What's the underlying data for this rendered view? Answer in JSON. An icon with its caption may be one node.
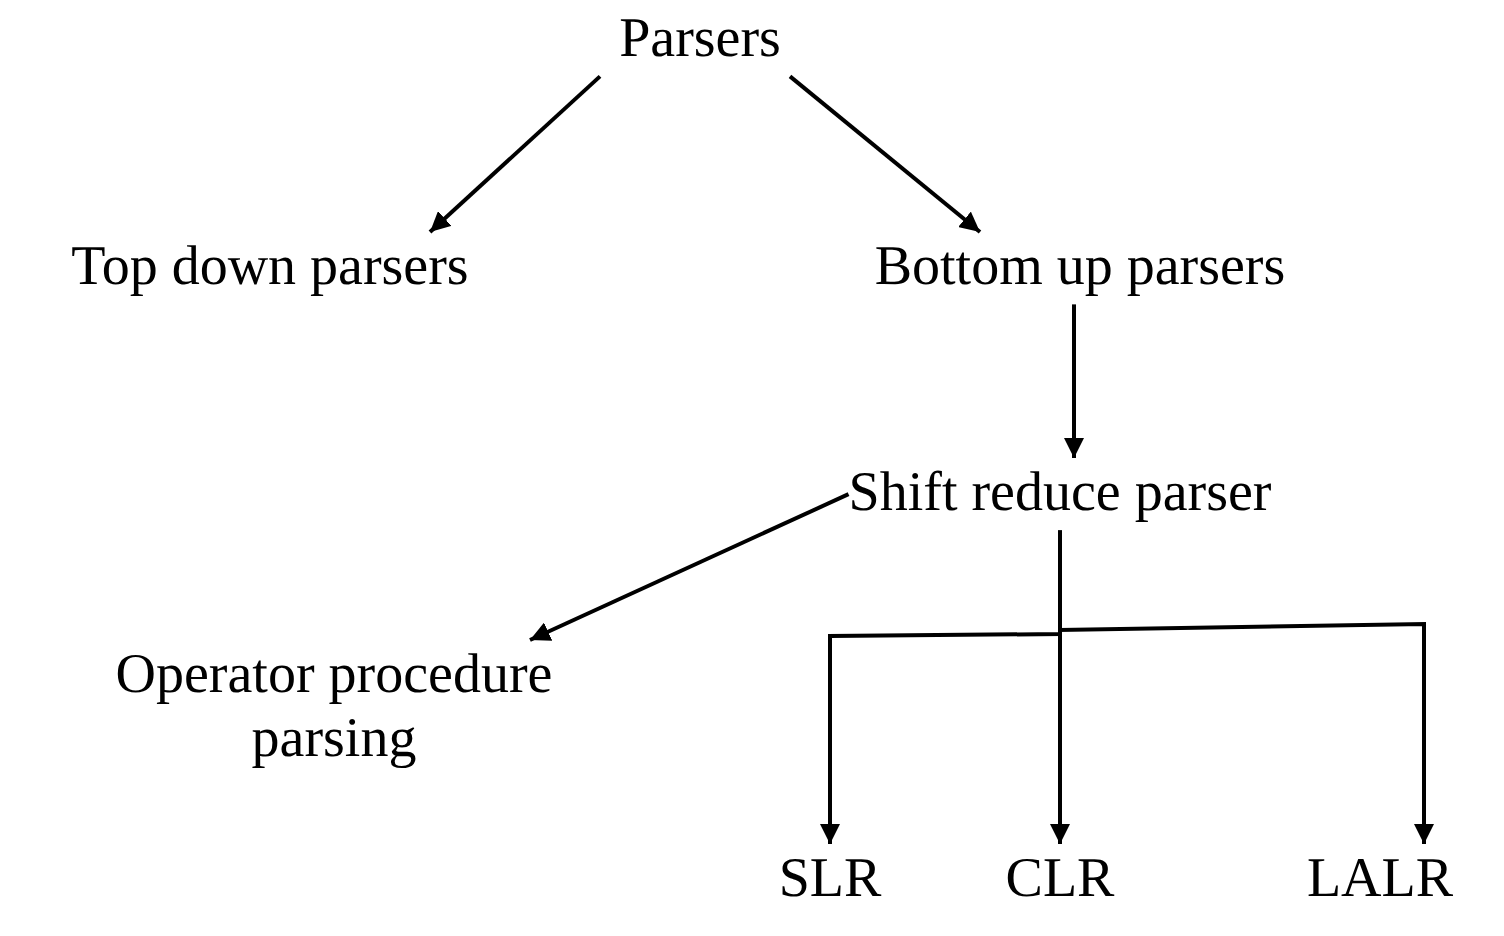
{
  "diagram": {
    "nodes": [
      {
        "text": [
          "Parsers"
        ]
      },
      {
        "text": [
          "Top down parsers"
        ]
      },
      {
        "text": [
          "Bottom up parsers"
        ]
      },
      {
        "text": [
          "Shift reduce parser"
        ]
      },
      {
        "text": [
          "Operator procedure parsing"
        ]
      },
      {
        "text": [
          "SLR"
        ]
      },
      {
        "text": [
          "CLR"
        ]
      },
      {
        "text": [
          "LALR"
        ]
      }
    ],
    "edges": [
      {
        "from": 0,
        "to": 1,
        "arrow": "to"
      },
      {
        "from": 0,
        "to": 2,
        "arrow": "to"
      },
      {
        "from": 2,
        "to": 3,
        "arrow": "to"
      },
      {
        "from": 3,
        "to": 4,
        "arrow": "to"
      },
      {
        "from": 3,
        "to": 5,
        "arrow": "to"
      },
      {
        "from": 3,
        "to": 6,
        "arrow": "to"
      },
      {
        "from": 3,
        "to": 7,
        "arrow": "to"
      }
    ]
  }
}
